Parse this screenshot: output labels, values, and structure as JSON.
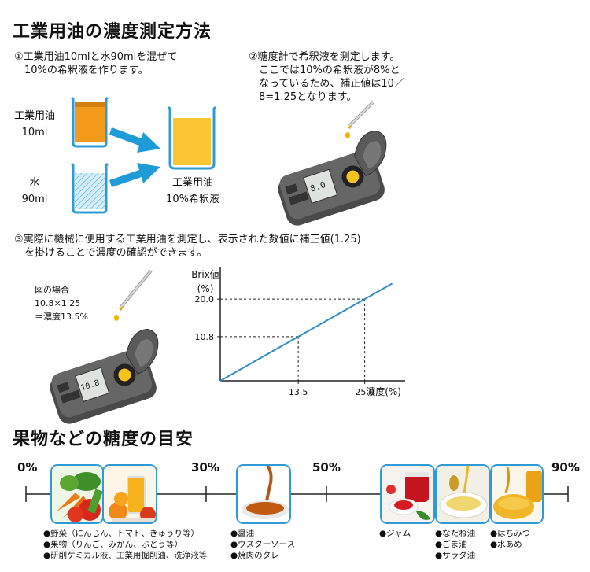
{
  "title1": "工業用油の濃度測定方法",
  "step1": {
    "line1": "①工業用油10mlと水90mlを混ぜて",
    "line2": "10%の希釈液を作ります。"
  },
  "step2": {
    "line1": "②糖度計で希釈液を測定します。",
    "line2": "ここでは10%の希釈液が8%と",
    "line3": "なっているため、補正値は10／",
    "line4": "8=1.25となります。"
  },
  "step3": {
    "line1": "③実際に機械に使用する工業用油を測定し、表示された数値に補正値(1.25)",
    "line2": "を掛けることで濃度の確認ができます。"
  },
  "beakers": {
    "oil_label": "工業用油",
    "oil_amount": "10ml",
    "water_label": "水",
    "water_amount": "90ml",
    "result_label": "工業用油",
    "result_amount": "10%希釈液"
  },
  "example": {
    "line1": "図の場合",
    "line2": "10.8×1.25",
    "line3": "＝濃度13.5%"
  },
  "colors": {
    "accent": "#1f9bd8",
    "oil": "#f39a1a",
    "yellow": "#fcc633",
    "device": "#555555",
    "line": "#2f8fc4"
  },
  "chart_data": {
    "type": "line",
    "ylabel_line1": "Brix値",
    "ylabel_line2": "(%)",
    "xlabel": "濃度(%)",
    "points": [
      [
        0,
        0
      ],
      [
        13.5,
        10.8
      ],
      [
        25.0,
        20.0
      ]
    ],
    "yticks": [
      "20.0",
      "10.8"
    ],
    "xticks": [
      "13.5",
      "25.0"
    ],
    "xlim": [
      0,
      32
    ],
    "ylim": [
      0,
      26
    ]
  },
  "title2": "果物などの糖度の目安",
  "scale": {
    "p0": "0%",
    "p30": "30%",
    "p50": "50%",
    "p90": "90%"
  },
  "groups": {
    "g1": [
      "●野菜（にんじん、トマト、きゅうり等）",
      "●果物（りんご、みかん、ぶどう等）",
      "●研削ケミカル液、工業用掘削油、洗浄液等"
    ],
    "g2": [
      "●醤油",
      "●ウスターソース",
      "●焼肉のタレ"
    ],
    "g3": [
      "●ジャム"
    ],
    "g4": [
      "●なたね油",
      "●ごま油",
      "●サラダ油"
    ],
    "g5": [
      "●はちみつ",
      "●水あめ"
    ]
  },
  "icons": [
    "beaker-icon",
    "arrow-right-icon",
    "refractometer-icon",
    "dropper-icon",
    "vegetables-photo",
    "juice-photo",
    "sauce-photo",
    "jam-photo",
    "oil-photo",
    "honey-photo"
  ]
}
